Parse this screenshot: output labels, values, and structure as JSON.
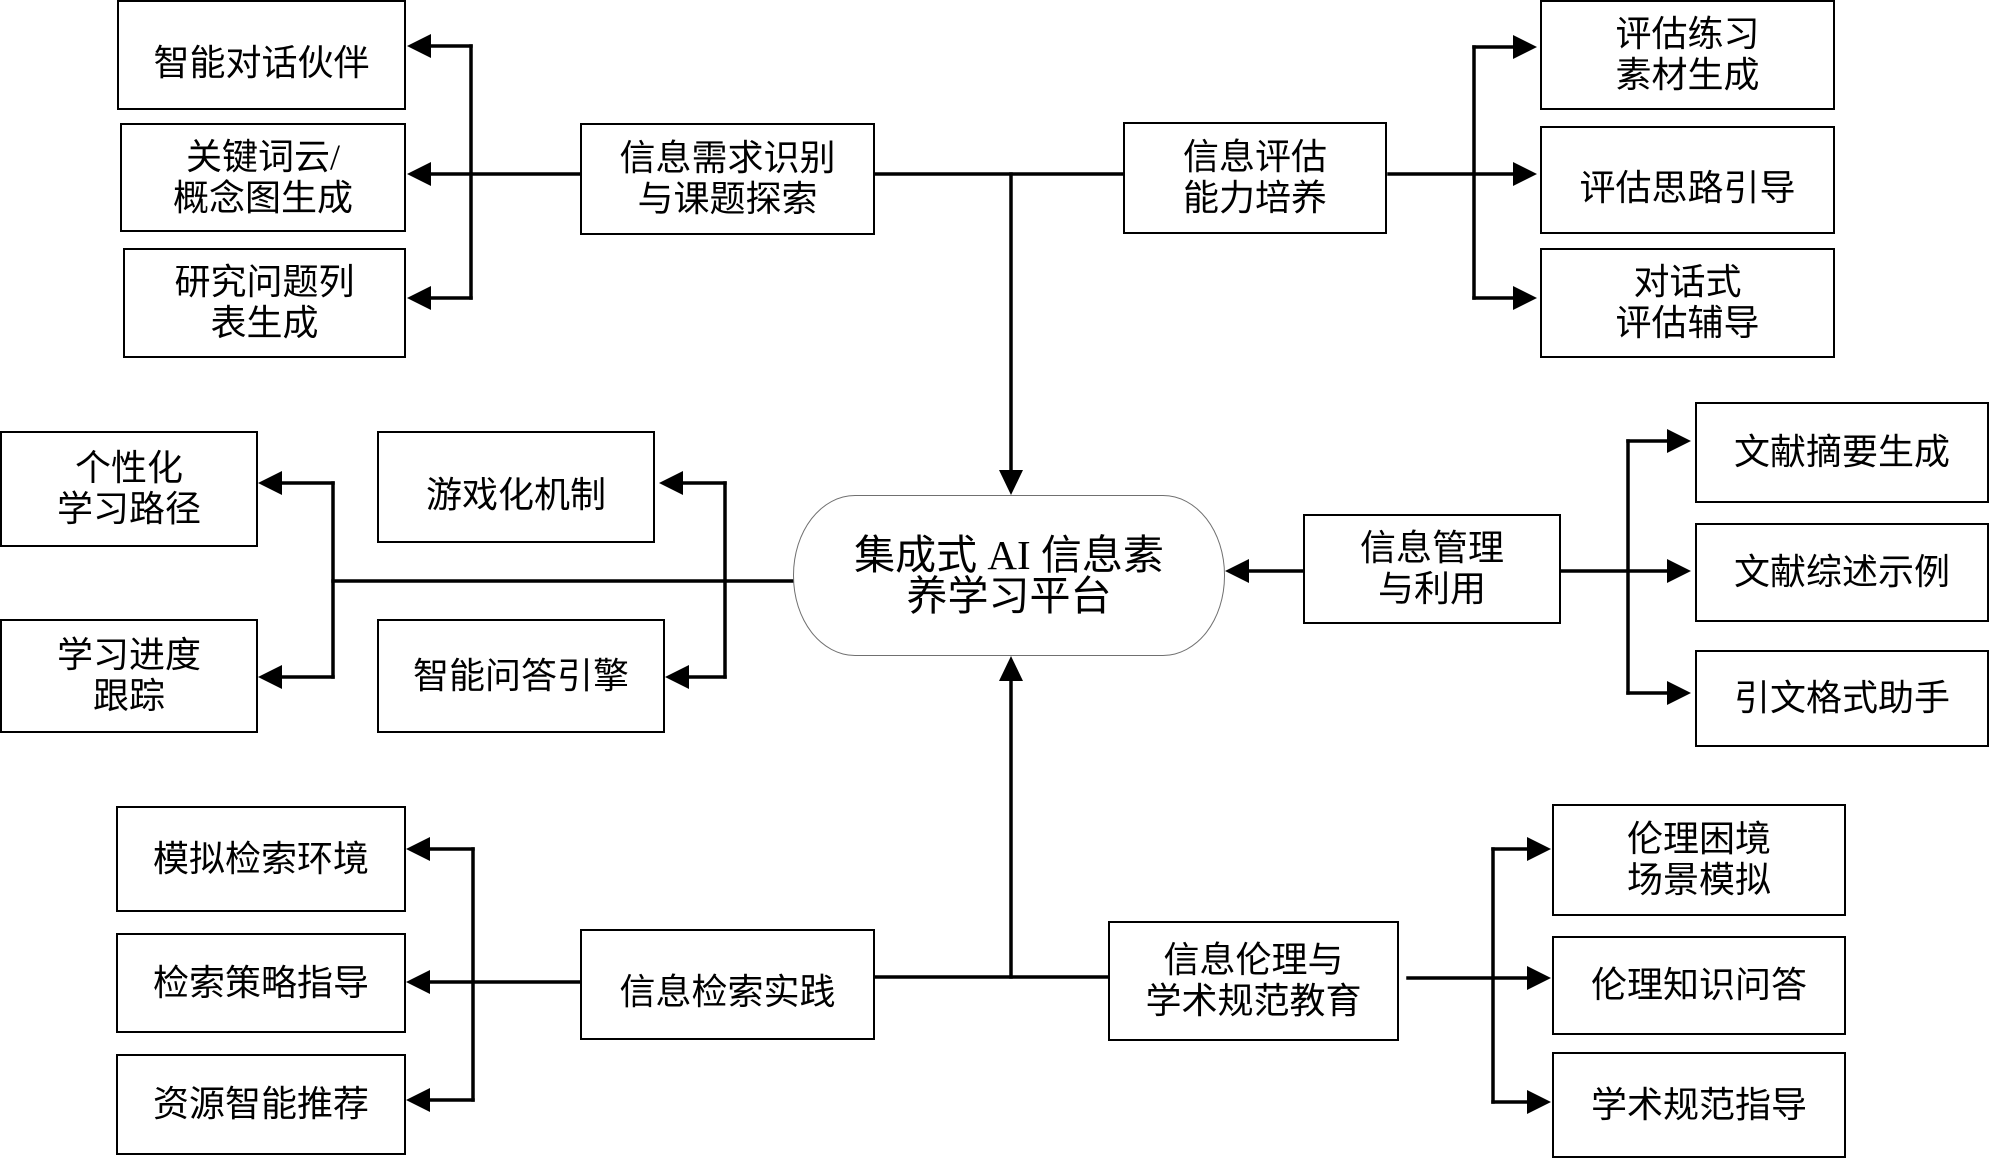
{
  "center": {
    "lines": [
      "集成式 AI 信息素",
      "养学习平台"
    ]
  },
  "modules": {
    "info_need": {
      "lines": [
        "信息需求识别",
        "与课题探索"
      ],
      "features": [
        [
          "智能对话伙伴"
        ],
        [
          "关键词云/",
          "概念图生成"
        ],
        [
          "研究问题列",
          "表生成"
        ]
      ]
    },
    "info_eval": {
      "lines": [
        "信息评估",
        "能力培养"
      ],
      "features": [
        [
          "评估练习",
          "素材生成"
        ],
        [
          "评估思路引导"
        ],
        [
          "对话式",
          "评估辅导"
        ]
      ]
    },
    "info_mgmt": {
      "lines": [
        "信息管理",
        "与利用"
      ],
      "features": [
        [
          "文献摘要生成"
        ],
        [
          "文献综述示例"
        ],
        [
          "引文格式助手"
        ]
      ]
    },
    "info_retrieval": {
      "lines": [
        "信息检索实践"
      ],
      "features": [
        [
          "模拟检索环境"
        ],
        [
          "检索策略指导"
        ],
        [
          "资源智能推荐"
        ]
      ]
    },
    "info_ethics": {
      "lines": [
        "信息伦理与",
        "学术规范教育"
      ],
      "features": [
        [
          "伦理困境",
          "场景模拟"
        ],
        [
          "伦理知识问答"
        ],
        [
          "学术规范指导"
        ]
      ]
    }
  },
  "support_features": [
    [
      "个性化",
      "学习路径"
    ],
    [
      "学习进度",
      "跟踪"
    ],
    [
      "游戏化机制"
    ],
    [
      "智能问答引擎"
    ]
  ],
  "connections": [
    {
      "from": "info_need",
      "to": "info_need.features",
      "direction": "module-to-features"
    },
    {
      "from": "info_eval",
      "to": "info_eval.features",
      "direction": "module-to-features"
    },
    {
      "from": "info_need+info_eval",
      "to": "center",
      "direction": "into-center"
    },
    {
      "from": "info_mgmt",
      "to": "center",
      "direction": "into-center"
    },
    {
      "from": "info_mgmt",
      "to": "info_mgmt.features",
      "direction": "module-to-features"
    },
    {
      "from": "info_retrieval+info_ethics",
      "to": "center",
      "direction": "into-center"
    },
    {
      "from": "info_retrieval",
      "to": "info_retrieval.features",
      "direction": "module-to-features"
    },
    {
      "from": "info_ethics",
      "to": "info_ethics.features",
      "direction": "module-to-features"
    },
    {
      "from": "center",
      "to": "support_features",
      "direction": "center-to-features"
    }
  ]
}
